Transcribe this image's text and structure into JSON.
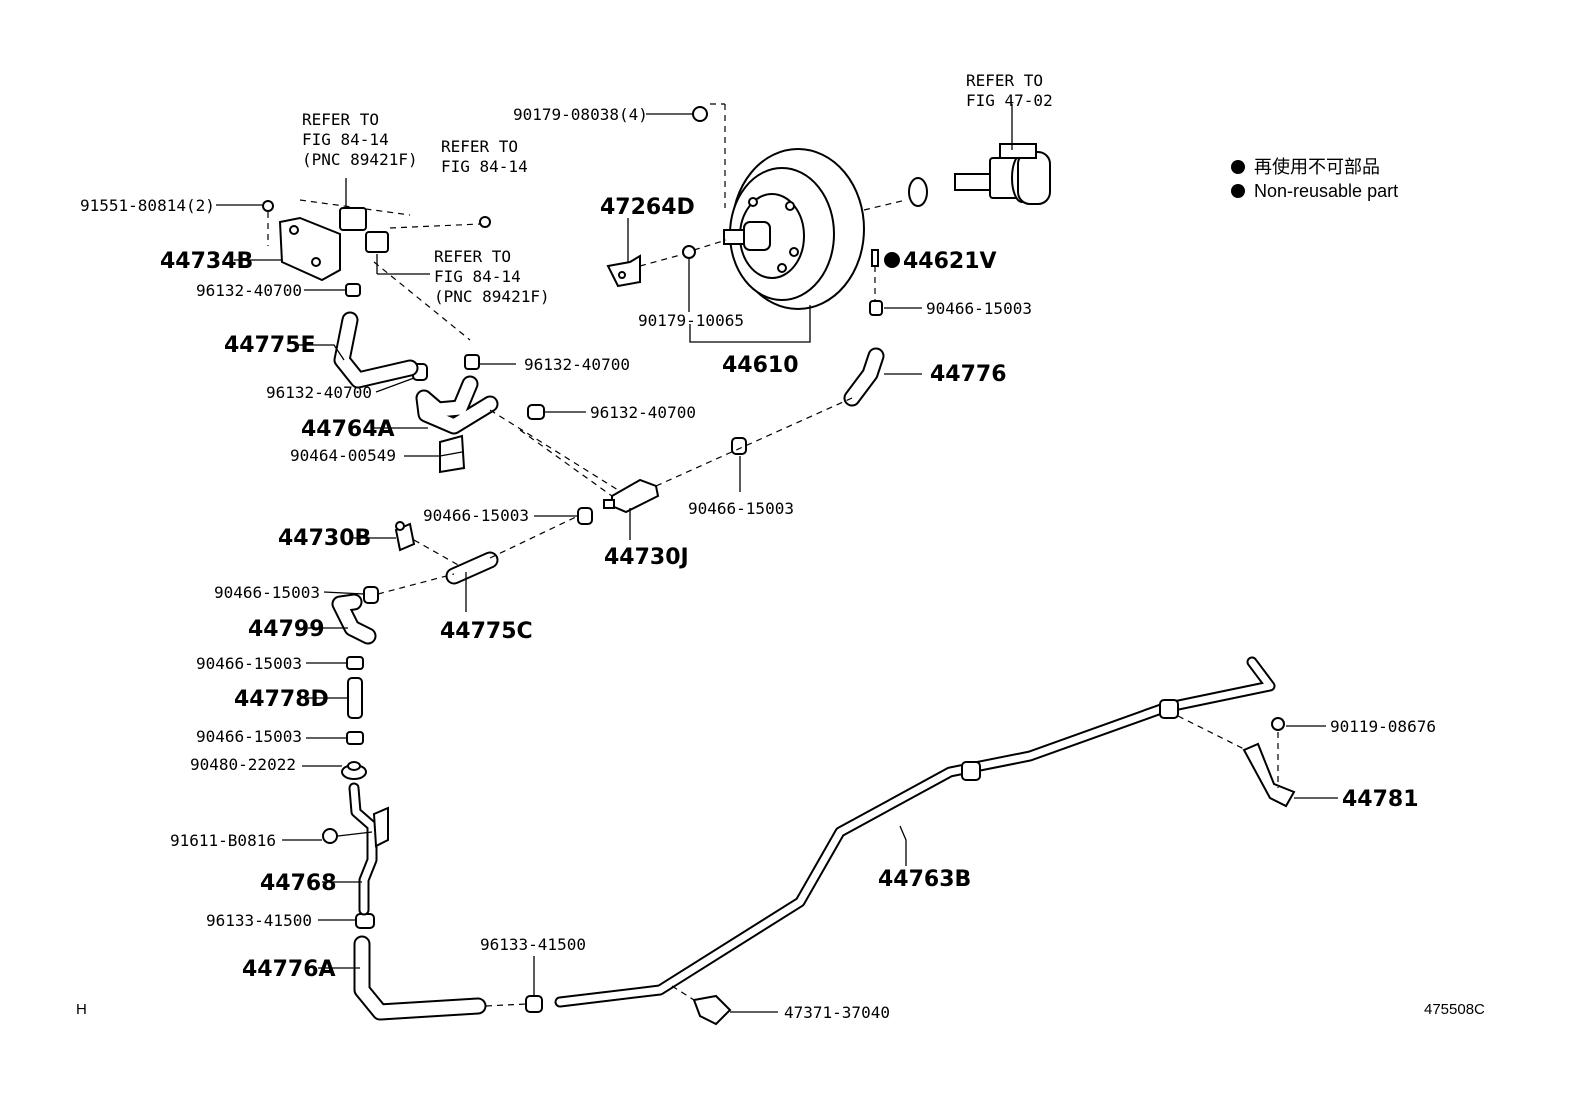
{
  "legend": {
    "jp": "再使用不可部品",
    "en": "Non-reusable part"
  },
  "refs": {
    "fig4702": [
      "REFER TO",
      "FIG 47-02"
    ],
    "fig8414_pnc_a": [
      "REFER TO",
      "FIG 84-14",
      "(PNC 89421F)"
    ],
    "fig8414": [
      "REFER TO",
      "FIG 84-14"
    ],
    "fig8414_pnc_b": [
      "REFER TO",
      "FIG 84-14",
      "(PNC 89421F)"
    ]
  },
  "parts": {
    "p90179_08038": "90179-08038(4)",
    "p91551_80814": "91551-80814(2)",
    "p47264D": "47264D",
    "p44621V": "44621V",
    "p44734B": "44734B",
    "p96132_40700_a": "96132-40700",
    "p90466_15003_a": "90466-15003",
    "p90179_10065": "90179-10065",
    "p44775E": "44775E",
    "p44610": "44610",
    "p96132_40700_b": "96132-40700",
    "p44776": "44776",
    "p96132_40700_c": "96132-40700",
    "p96132_40700_d": "96132-40700",
    "p44764A": "44764A",
    "p90464_00549": "90464-00549",
    "p90466_15003_b": "90466-15003",
    "p90466_15003_c": "90466-15003",
    "p44730B": "44730B",
    "p44730J": "44730J",
    "p90466_15003_d": "90466-15003",
    "p44775C": "44775C",
    "p44799": "44799",
    "p90466_15003_e": "90466-15003",
    "p44778D": "44778D",
    "p90466_15003_f": "90466-15003",
    "p90480_22022": "90480-22022",
    "p90119_08676": "90119-08676",
    "p44781": "44781",
    "p91611_B0816": "91611-B0816",
    "p44763B": "44763B",
    "p44768": "44768",
    "p96133_41500_a": "96133-41500",
    "p96133_41500_b": "96133-41500",
    "p44776A": "44776A",
    "p47371_37040": "47371-37040"
  },
  "footer": {
    "left": "H",
    "code": "475508C"
  }
}
